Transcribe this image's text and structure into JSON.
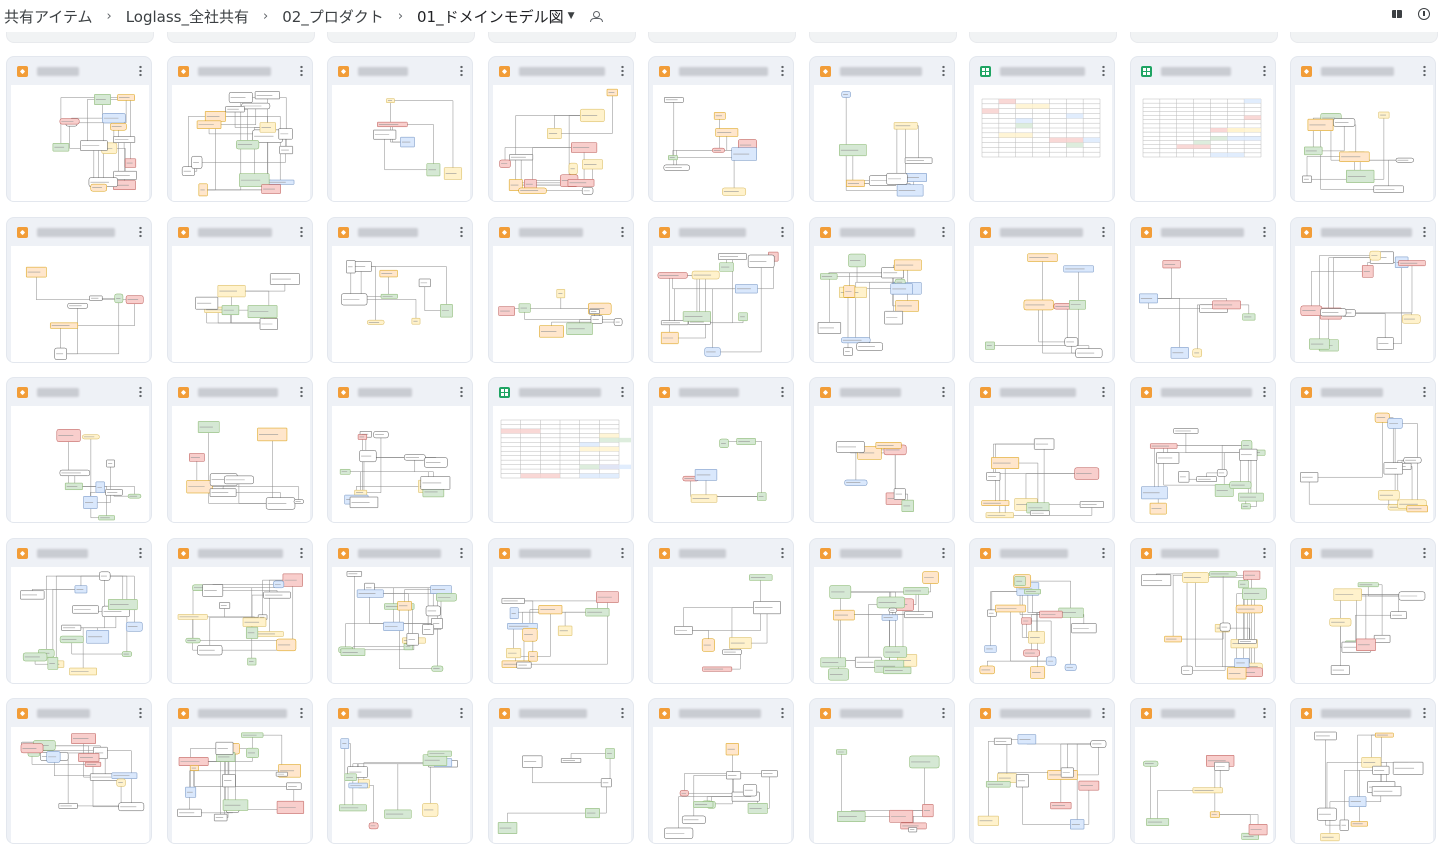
{
  "breadcrumb": {
    "items": [
      "共有アイテム",
      "Loglass_全社共有",
      "02_プロダクト",
      "01_ドメインモデル図"
    ],
    "separator": "›"
  },
  "icons": {
    "folder_menu": "chevron-down-icon",
    "shared": "people-icon",
    "view_toggle": "grid-view-icon",
    "details": "info-icon",
    "file_menu": "more-vert-icon",
    "drawio": "drawio-file-icon",
    "sheet": "sheets-file-icon"
  },
  "colors": {
    "drawio": "#f29d38",
    "sheet": "#1fa463",
    "card_bg": "#eef1f6"
  },
  "files": [
    {
      "type": "drawio"
    },
    {
      "type": "drawio"
    },
    {
      "type": "drawio"
    },
    {
      "type": "drawio"
    },
    {
      "type": "drawio"
    },
    {
      "type": "drawio"
    },
    {
      "type": "sheet"
    },
    {
      "type": "sheet"
    },
    {
      "type": "drawio"
    },
    {
      "type": "drawio"
    },
    {
      "type": "drawio"
    },
    {
      "type": "drawio"
    },
    {
      "type": "drawio"
    },
    {
      "type": "drawio"
    },
    {
      "type": "drawio"
    },
    {
      "type": "drawio"
    },
    {
      "type": "drawio"
    },
    {
      "type": "drawio"
    },
    {
      "type": "drawio"
    },
    {
      "type": "drawio"
    },
    {
      "type": "drawio"
    },
    {
      "type": "sheet"
    },
    {
      "type": "drawio"
    },
    {
      "type": "drawio"
    },
    {
      "type": "drawio"
    },
    {
      "type": "drawio"
    },
    {
      "type": "drawio"
    },
    {
      "type": "drawio"
    },
    {
      "type": "drawio"
    },
    {
      "type": "drawio"
    },
    {
      "type": "drawio"
    },
    {
      "type": "drawio"
    },
    {
      "type": "drawio"
    },
    {
      "type": "drawio"
    },
    {
      "type": "drawio"
    },
    {
      "type": "drawio"
    },
    {
      "type": "drawio"
    },
    {
      "type": "drawio"
    },
    {
      "type": "drawio"
    },
    {
      "type": "drawio"
    },
    {
      "type": "drawio"
    },
    {
      "type": "drawio"
    },
    {
      "type": "drawio"
    },
    {
      "type": "drawio"
    },
    {
      "type": "drawio"
    }
  ]
}
